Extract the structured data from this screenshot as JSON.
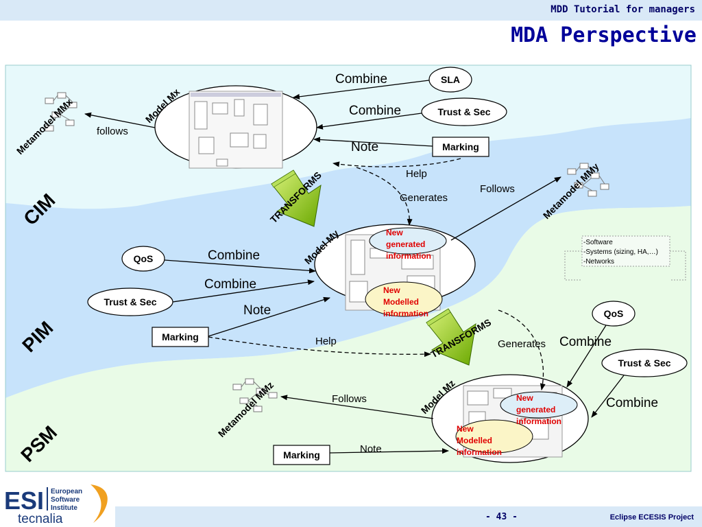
{
  "header": {
    "subtitle": "MDD Tutorial for managers",
    "title": "MDA Perspective"
  },
  "footer": {
    "page": "- 43 -",
    "project": "Eclipse ECESIS Project"
  },
  "logo": {
    "esi": "ESI",
    "line1": "European",
    "line2": "Software",
    "line3": "Institute",
    "brand": "tecnalia"
  },
  "levels": {
    "cim": "CIM",
    "pim": "PIM",
    "psm": "PSM"
  },
  "models": {
    "mx": "Model Mx",
    "my": "Model My",
    "mz": "Model Mz"
  },
  "metamodels": {
    "mmx": "Metamodel MMx",
    "mmy": "Metamodel MMy",
    "mmz": "Metamodel MMz"
  },
  "transforms": {
    "t1": "TRANSFORMS",
    "t2": "TRANSFORMS"
  },
  "nodes": {
    "sla": "SLA",
    "trust_cim": "Trust & Sec",
    "marking_cim": "Marking",
    "qos_pim": "QoS",
    "trust_pim": "Trust & Sec",
    "marking_pim": "Marking",
    "qos_psm": "QoS",
    "trust_psm": "Trust & Sec",
    "marking_psm": "Marking"
  },
  "edges": {
    "combine_sla": "Combine",
    "combine_trust_cim": "Combine",
    "note_cim": "Note",
    "follows_mx": "follows",
    "help_cim": "Help",
    "generates_cim": "Generates",
    "follows_my": "Follows",
    "combine_qos_pim": "Combine",
    "combine_trust_pim": "Combine",
    "note_pim": "Note",
    "help_pim": "Help",
    "generates_pim": "Generates",
    "combine_qos_psm": "Combine",
    "combine_trust_psm": "Combine",
    "follows_mz": "Follows",
    "note_psm": "Note"
  },
  "info": {
    "new_gen_1": "New",
    "new_gen_2": "generated",
    "new_gen_3": "information",
    "new_mod_1": "New",
    "new_mod_2": "Modelled",
    "new_mod_3": "information"
  },
  "platform_notes": [
    "-Software",
    "-Systems (sizing, HA,…)",
    "-Networks"
  ]
}
